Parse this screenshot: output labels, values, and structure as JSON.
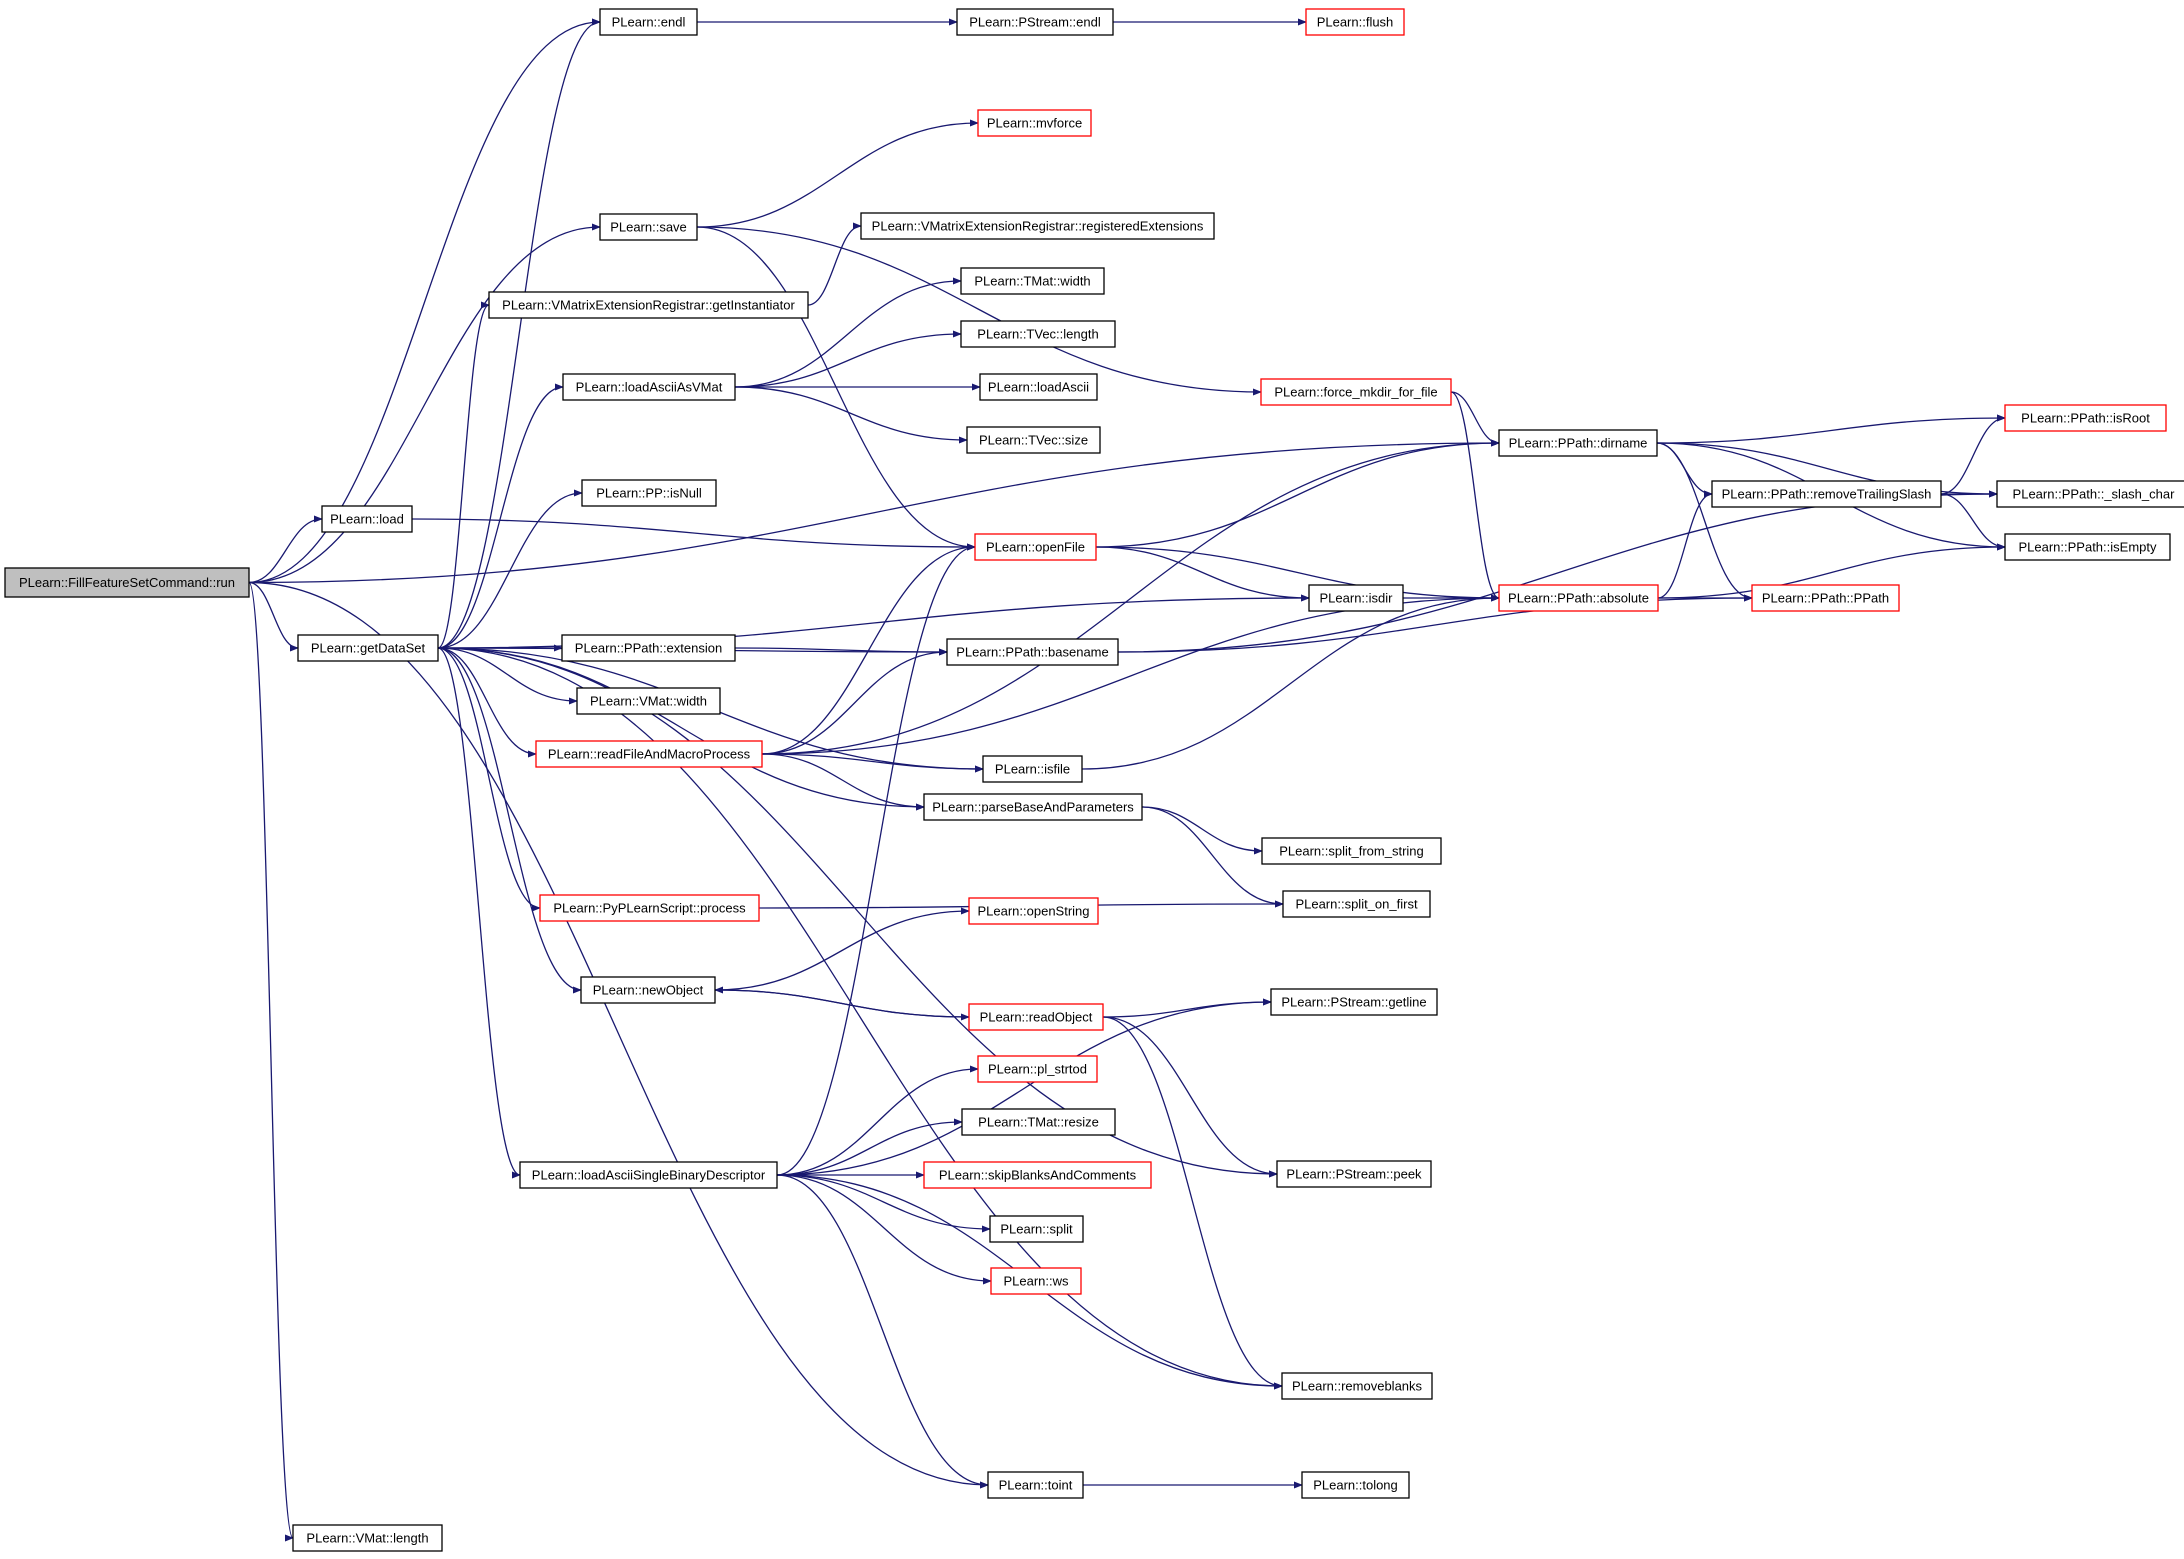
{
  "colors": {
    "edge": "#191970",
    "node_border": "#000000",
    "node_border_external": "#ff0000",
    "root_fill": "#bfbfbf",
    "node_fill": "#ffffff"
  },
  "nodes": [
    {
      "id": "run",
      "label": "PLearn::FillFeatureSetCommand::run",
      "style": "root"
    },
    {
      "id": "endl",
      "label": "PLearn::endl",
      "style": "normal"
    },
    {
      "id": "pstream_endl",
      "label": "PLearn::PStream::endl",
      "style": "normal"
    },
    {
      "id": "flush",
      "label": "PLearn::flush",
      "style": "external"
    },
    {
      "id": "mvforce",
      "label": "PLearn::mvforce",
      "style": "external"
    },
    {
      "id": "save",
      "label": "PLearn::save",
      "style": "normal"
    },
    {
      "id": "registeredExtensions",
      "label": "PLearn::VMatrixExtensionRegistrar::registeredExtensions",
      "style": "normal"
    },
    {
      "id": "getInstantiator",
      "label": "PLearn::VMatrixExtensionRegistrar::getInstantiator",
      "style": "normal"
    },
    {
      "id": "tmat_width",
      "label": "PLearn::TMat::width",
      "style": "normal"
    },
    {
      "id": "tvec_length",
      "label": "PLearn::TVec::length",
      "style": "normal"
    },
    {
      "id": "loadAsciiAsVMat",
      "label": "PLearn::loadAsciiAsVMat",
      "style": "normal"
    },
    {
      "id": "loadAscii",
      "label": "PLearn::loadAscii",
      "style": "normal"
    },
    {
      "id": "tvec_size",
      "label": "PLearn::TVec::size",
      "style": "normal"
    },
    {
      "id": "force_mkdir",
      "label": "PLearn::force_mkdir_for_file",
      "style": "external"
    },
    {
      "id": "isRoot",
      "label": "PLearn::PPath::isRoot",
      "style": "external"
    },
    {
      "id": "dirname",
      "label": "PLearn::PPath::dirname",
      "style": "normal"
    },
    {
      "id": "load",
      "label": "PLearn::load",
      "style": "normal"
    },
    {
      "id": "pp_isNull",
      "label": "PLearn::PP::isNull",
      "style": "normal"
    },
    {
      "id": "removeTrailingSlash",
      "label": "PLearn::PPath::removeTrailingSlash",
      "style": "normal"
    },
    {
      "id": "slash_char",
      "label": "PLearn::PPath::_slash_char",
      "style": "normal"
    },
    {
      "id": "openFile",
      "label": "PLearn::openFile",
      "style": "external"
    },
    {
      "id": "isEmpty",
      "label": "PLearn::PPath::isEmpty",
      "style": "normal"
    },
    {
      "id": "isdir",
      "label": "PLearn::isdir",
      "style": "normal"
    },
    {
      "id": "absolute",
      "label": "PLearn::PPath::absolute",
      "style": "external"
    },
    {
      "id": "ppath_ctor",
      "label": "PLearn::PPath::PPath",
      "style": "external"
    },
    {
      "id": "getDataSet",
      "label": "PLearn::getDataSet",
      "style": "normal"
    },
    {
      "id": "extension",
      "label": "PLearn::PPath::extension",
      "style": "normal"
    },
    {
      "id": "basename",
      "label": "PLearn::PPath::basename",
      "style": "normal"
    },
    {
      "id": "vmat_width",
      "label": "PLearn::VMat::width",
      "style": "normal"
    },
    {
      "id": "readFileAndMacroProcess",
      "label": "PLearn::readFileAndMacroProcess",
      "style": "external"
    },
    {
      "id": "isfile",
      "label": "PLearn::isfile",
      "style": "normal"
    },
    {
      "id": "parseBaseAndParameters",
      "label": "PLearn::parseBaseAndParameters",
      "style": "normal"
    },
    {
      "id": "split_from_string",
      "label": "PLearn::split_from_string",
      "style": "normal"
    },
    {
      "id": "pyplearn_process",
      "label": "PLearn::PyPLearnScript::process",
      "style": "external"
    },
    {
      "id": "split_on_first",
      "label": "PLearn::split_on_first",
      "style": "normal"
    },
    {
      "id": "openString",
      "label": "PLearn::openString",
      "style": "external"
    },
    {
      "id": "newObject",
      "label": "PLearn::newObject",
      "style": "normal"
    },
    {
      "id": "readObject",
      "label": "PLearn::readObject",
      "style": "external"
    },
    {
      "id": "getline",
      "label": "PLearn::PStream::getline",
      "style": "normal"
    },
    {
      "id": "pl_strtod",
      "label": "PLearn::pl_strtod",
      "style": "external"
    },
    {
      "id": "tmat_resize",
      "label": "PLearn::TMat::resize",
      "style": "normal"
    },
    {
      "id": "loadAsciiSingleBinaryDescriptor",
      "label": "PLearn::loadAsciiSingleBinaryDescriptor",
      "style": "normal"
    },
    {
      "id": "skipBlanksAndComments",
      "label": "PLearn::skipBlanksAndComments",
      "style": "external"
    },
    {
      "id": "peek",
      "label": "PLearn::PStream::peek",
      "style": "normal"
    },
    {
      "id": "split",
      "label": "PLearn::split",
      "style": "normal"
    },
    {
      "id": "ws",
      "label": "PLearn::ws",
      "style": "external"
    },
    {
      "id": "removeblanks",
      "label": "PLearn::removeblanks",
      "style": "normal"
    },
    {
      "id": "toint",
      "label": "PLearn::toint",
      "style": "normal"
    },
    {
      "id": "tolong",
      "label": "PLearn::tolong",
      "style": "normal"
    },
    {
      "id": "vmat_length",
      "label": "PLearn::VMat::length",
      "style": "normal"
    }
  ],
  "edges": [
    [
      "run",
      "endl"
    ],
    [
      "run",
      "save"
    ],
    [
      "run",
      "load"
    ],
    [
      "run",
      "getDataSet"
    ],
    [
      "run",
      "toint"
    ],
    [
      "run",
      "vmat_length"
    ],
    [
      "run",
      "dirname"
    ],
    [
      "endl",
      "pstream_endl"
    ],
    [
      "pstream_endl",
      "flush"
    ],
    [
      "save",
      "mvforce"
    ],
    [
      "save",
      "force_mkdir"
    ],
    [
      "save",
      "openFile"
    ],
    [
      "getInstantiator",
      "registeredExtensions"
    ],
    [
      "loadAsciiAsVMat",
      "tmat_width"
    ],
    [
      "loadAsciiAsVMat",
      "tvec_length"
    ],
    [
      "loadAsciiAsVMat",
      "loadAscii"
    ],
    [
      "loadAsciiAsVMat",
      "tvec_size"
    ],
    [
      "force_mkdir",
      "dirname"
    ],
    [
      "force_mkdir",
      "absolute"
    ],
    [
      "dirname",
      "isRoot"
    ],
    [
      "dirname",
      "removeTrailingSlash"
    ],
    [
      "dirname",
      "slash_char"
    ],
    [
      "dirname",
      "isEmpty"
    ],
    [
      "dirname",
      "ppath_ctor"
    ],
    [
      "removeTrailingSlash",
      "isRoot"
    ],
    [
      "removeTrailingSlash",
      "slash_char"
    ],
    [
      "removeTrailingSlash",
      "isEmpty"
    ],
    [
      "load",
      "openFile"
    ],
    [
      "openFile",
      "dirname"
    ],
    [
      "openFile",
      "isdir"
    ],
    [
      "openFile",
      "absolute"
    ],
    [
      "isdir",
      "absolute"
    ],
    [
      "absolute",
      "ppath_ctor"
    ],
    [
      "absolute",
      "removeTrailingSlash"
    ],
    [
      "absolute",
      "isEmpty"
    ],
    [
      "getDataSet",
      "endl"
    ],
    [
      "getDataSet",
      "getInstantiator"
    ],
    [
      "getDataSet",
      "loadAsciiAsVMat"
    ],
    [
      "getDataSet",
      "pp_isNull"
    ],
    [
      "getDataSet",
      "isdir"
    ],
    [
      "getDataSet",
      "basename"
    ],
    [
      "getDataSet",
      "extension"
    ],
    [
      "getDataSet",
      "vmat_width"
    ],
    [
      "getDataSet",
      "readFileAndMacroProcess"
    ],
    [
      "getDataSet",
      "isfile"
    ],
    [
      "getDataSet",
      "parseBaseAndParameters"
    ],
    [
      "getDataSet",
      "pyplearn_process"
    ],
    [
      "getDataSet",
      "newObject"
    ],
    [
      "getDataSet",
      "loadAsciiSingleBinaryDescriptor"
    ],
    [
      "getDataSet",
      "removeblanks"
    ],
    [
      "getDataSet",
      "peek"
    ],
    [
      "extension",
      "basename"
    ],
    [
      "basename",
      "ppath_ctor"
    ],
    [
      "basename",
      "slash_char"
    ],
    [
      "readFileAndMacroProcess",
      "openFile"
    ],
    [
      "readFileAndMacroProcess",
      "basename"
    ],
    [
      "readFileAndMacroProcess",
      "isfile"
    ],
    [
      "readFileAndMacroProcess",
      "absolute"
    ],
    [
      "readFileAndMacroProcess",
      "dirname"
    ],
    [
      "readFileAndMacroProcess",
      "parseBaseAndParameters"
    ],
    [
      "isfile",
      "absolute"
    ],
    [
      "parseBaseAndParameters",
      "split_from_string"
    ],
    [
      "parseBaseAndParameters",
      "split_on_first"
    ],
    [
      "pyplearn_process",
      "split_on_first"
    ],
    [
      "newObject",
      "openString"
    ],
    [
      "newObject",
      "readObject"
    ],
    [
      "readObject",
      "newObject"
    ],
    [
      "readObject",
      "getline"
    ],
    [
      "readObject",
      "peek"
    ],
    [
      "readObject",
      "removeblanks"
    ],
    [
      "loadAsciiSingleBinaryDescriptor",
      "openFile"
    ],
    [
      "loadAsciiSingleBinaryDescriptor",
      "getline"
    ],
    [
      "loadAsciiSingleBinaryDescriptor",
      "pl_strtod"
    ],
    [
      "loadAsciiSingleBinaryDescriptor",
      "tmat_resize"
    ],
    [
      "loadAsciiSingleBinaryDescriptor",
      "skipBlanksAndComments"
    ],
    [
      "loadAsciiSingleBinaryDescriptor",
      "split"
    ],
    [
      "loadAsciiSingleBinaryDescriptor",
      "ws"
    ],
    [
      "loadAsciiSingleBinaryDescriptor",
      "removeblanks"
    ],
    [
      "loadAsciiSingleBinaryDescriptor",
      "toint"
    ],
    [
      "toint",
      "tolong"
    ]
  ]
}
